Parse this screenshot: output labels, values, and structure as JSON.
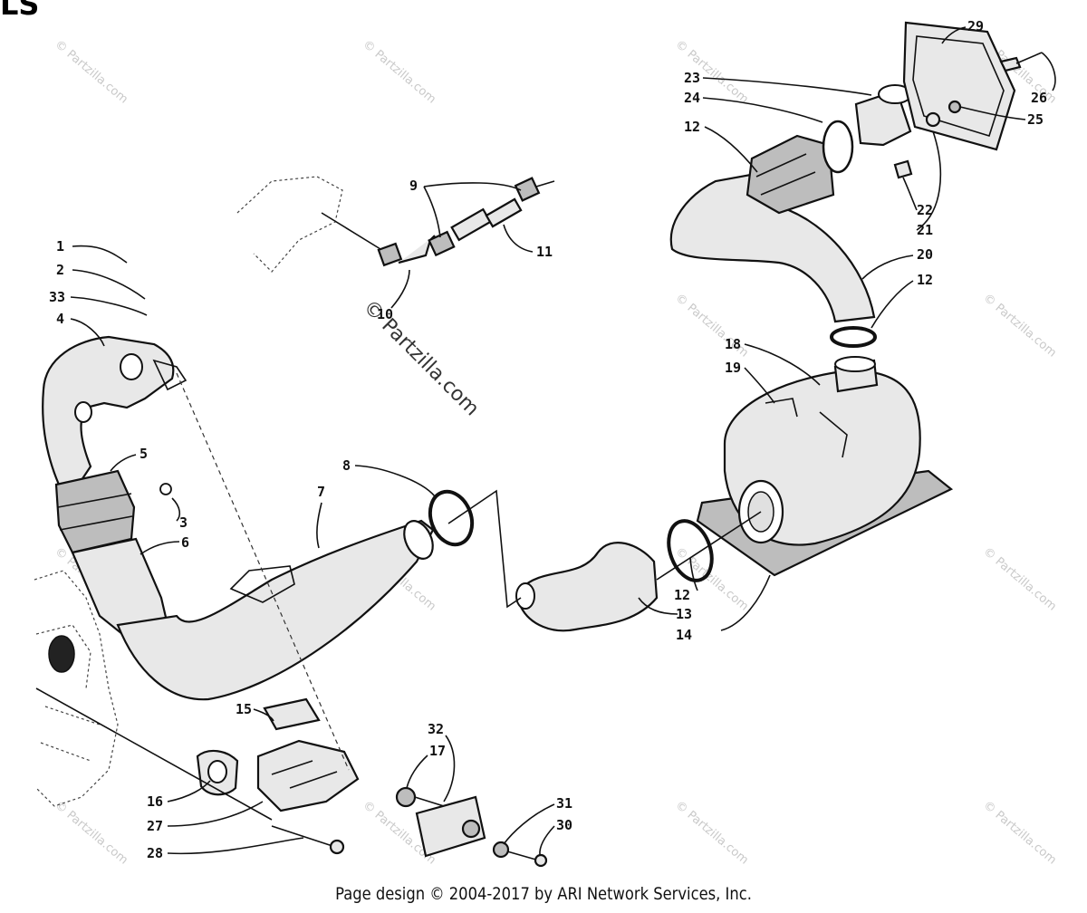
{
  "diagram": {
    "corner_fragment": "LS",
    "footer": "Page design © 2004-2017 by ARI Network Services, Inc.",
    "watermark_diag": "© Partzilla.com",
    "watermark_big": "© Partzilla.com",
    "callouts": [
      "1",
      "2",
      "3",
      "4",
      "5",
      "6",
      "7",
      "8",
      "9",
      "10",
      "11",
      "12",
      "13",
      "14",
      "15",
      "16",
      "17",
      "18",
      "19",
      "20",
      "21",
      "22",
      "23",
      "24",
      "25",
      "26",
      "27",
      "28",
      "29",
      "30",
      "31",
      "32",
      "33"
    ]
  }
}
